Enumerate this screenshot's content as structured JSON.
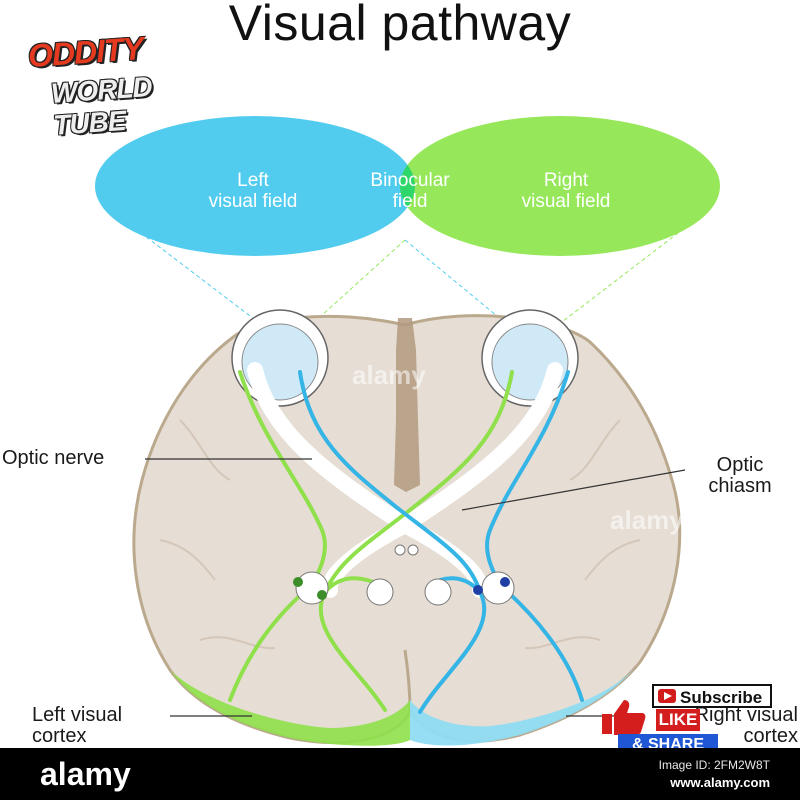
{
  "title": "Visual pathway",
  "logo": {
    "line1": "ODDITY",
    "line2": "WORLD TUBE"
  },
  "fields": {
    "left": {
      "line1": "Left",
      "line2": "visual field"
    },
    "binocular": {
      "line1": "Binocular",
      "line2": "field"
    },
    "right": {
      "line1": "Right",
      "line2": "visual field"
    }
  },
  "labels": {
    "optic_nerve": "Optic nerve",
    "optic_chiasm_line1": "Optic",
    "optic_chiasm_line2": "chiasm",
    "left_cortex_line1": "Left visual",
    "left_cortex_line2": "cortex",
    "right_cortex_line1": "Right visual",
    "right_cortex_line2": "cortex"
  },
  "overlay": {
    "subscribe": "Subscribe",
    "like": "LIKE",
    "share": "& SHARE"
  },
  "footer": {
    "brand": "alamy",
    "image_id": "Image ID: 2FM2W8T",
    "site": "www.alamy.com"
  },
  "watermark": "alamy",
  "colors": {
    "left_field": "#52ccee",
    "right_field": "#96e85a",
    "binocular": "#2fd66a",
    "left_pathway": "#8fe04a",
    "right_pathway": "#35b4e6",
    "brain": "#e6ddd4",
    "brain_outline": "#bba98e"
  }
}
